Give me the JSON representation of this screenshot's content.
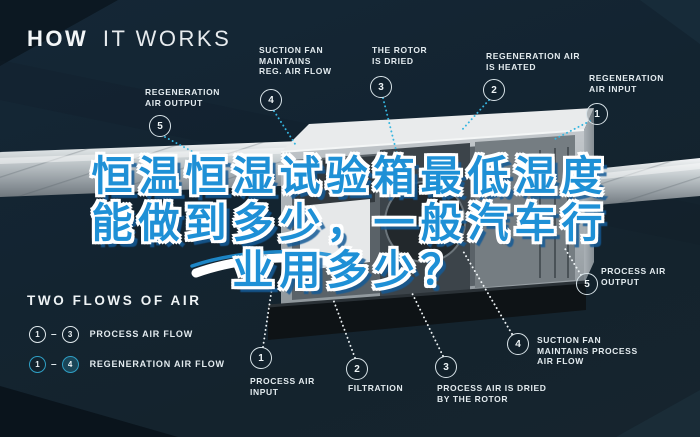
{
  "title": {
    "bold": "HOW",
    "light": "IT WORKS"
  },
  "headline": {
    "line1": "恒温恒湿试验箱最低湿度",
    "line2": "能做到多少，一般汽车行",
    "line3": "业用多少？"
  },
  "colors": {
    "background": "#132431",
    "accent_teal": "#2fa8d2",
    "headline_blue": "#1e90d6",
    "label_text": "#e3ebef"
  },
  "callouts": {
    "top": [
      {
        "num": "5",
        "label": "REGENERATION\nAIR OUTPUT"
      },
      {
        "num": "4",
        "label": "SUCTION FAN\nMAINTAINS\nREG. AIR FLOW"
      },
      {
        "num": "3",
        "label": "THE ROTOR\nIS DRIED"
      },
      {
        "num": "2",
        "label": "REGENERATION AIR\nIS HEATED"
      },
      {
        "num": "1",
        "label": "REGENERATION\nAIR INPUT"
      }
    ],
    "bottom": [
      {
        "num": "1",
        "label": "PROCESS AIR\nINPUT"
      },
      {
        "num": "2",
        "label": "FILTRATION"
      },
      {
        "num": "3",
        "label": "PROCESS AIR IS DRIED\nBY THE ROTOR"
      },
      {
        "num": "4",
        "label": "SUCTION FAN\nMAINTAINS PROCESS\nAIR FLOW"
      },
      {
        "num": "5",
        "label": "PROCESS AIR\nOUTPUT"
      }
    ]
  },
  "legend": {
    "title": "TWO FLOWS OF AIR",
    "rows": [
      {
        "from": "1",
        "to": "3",
        "dash": "–",
        "label": "PROCESS AIR FLOW"
      },
      {
        "from": "1",
        "to": "4",
        "dash": "–",
        "label": "REGENERATION AIR FLOW"
      }
    ]
  }
}
